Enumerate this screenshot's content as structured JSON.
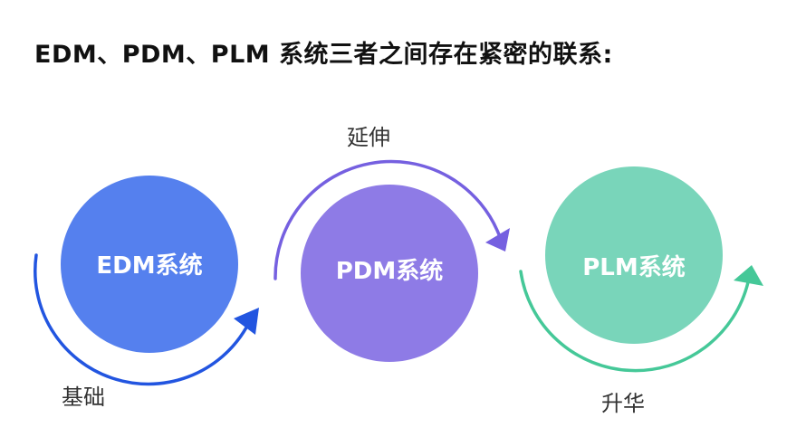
{
  "title": "EDM、PDM、PLM 系统三者之间存在紧密的联系:",
  "nodes": [
    {
      "id": "edm",
      "label": "EDM系统",
      "color": "#5580EE"
    },
    {
      "id": "pdm",
      "label": "PDM系统",
      "color": "#8E7BE6"
    },
    {
      "id": "plm",
      "label": "PLM系统",
      "color": "#79D5BA"
    }
  ],
  "arrows": [
    {
      "id": "foundation",
      "label": "基础",
      "color": "#2255E0"
    },
    {
      "id": "extension",
      "label": "延伸",
      "color": "#7560E0"
    },
    {
      "id": "sublimation",
      "label": "升华",
      "color": "#45C898"
    }
  ]
}
